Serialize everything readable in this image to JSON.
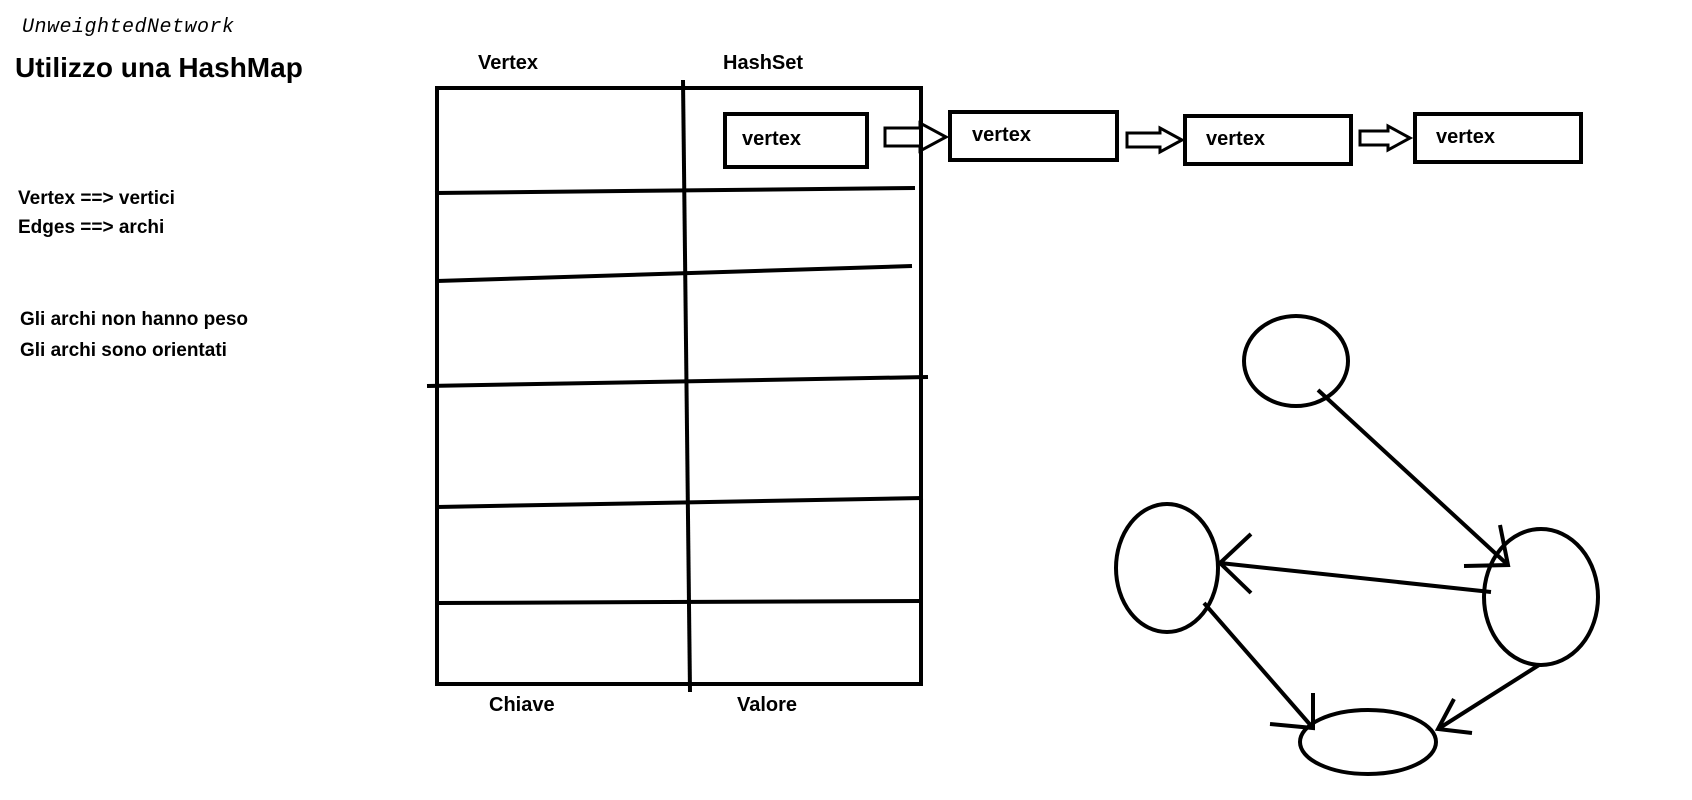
{
  "header": {
    "code_name": "UnweightedNetwork",
    "title": "Utilizzo una HashMap"
  },
  "notes": {
    "line1": "Vertex ==> vertici",
    "line2": "Edges ==> archi",
    "line3": "Gli archi non hanno peso",
    "line4": "Gli archi sono orientati"
  },
  "table": {
    "col1_header": "Vertex",
    "col2_header": "HashSet",
    "col1_footer": "Chiave",
    "col2_footer": "Valore"
  },
  "chain": {
    "node1": "vertex",
    "node2": "vertex",
    "node3": "vertex",
    "node4": "vertex"
  }
}
